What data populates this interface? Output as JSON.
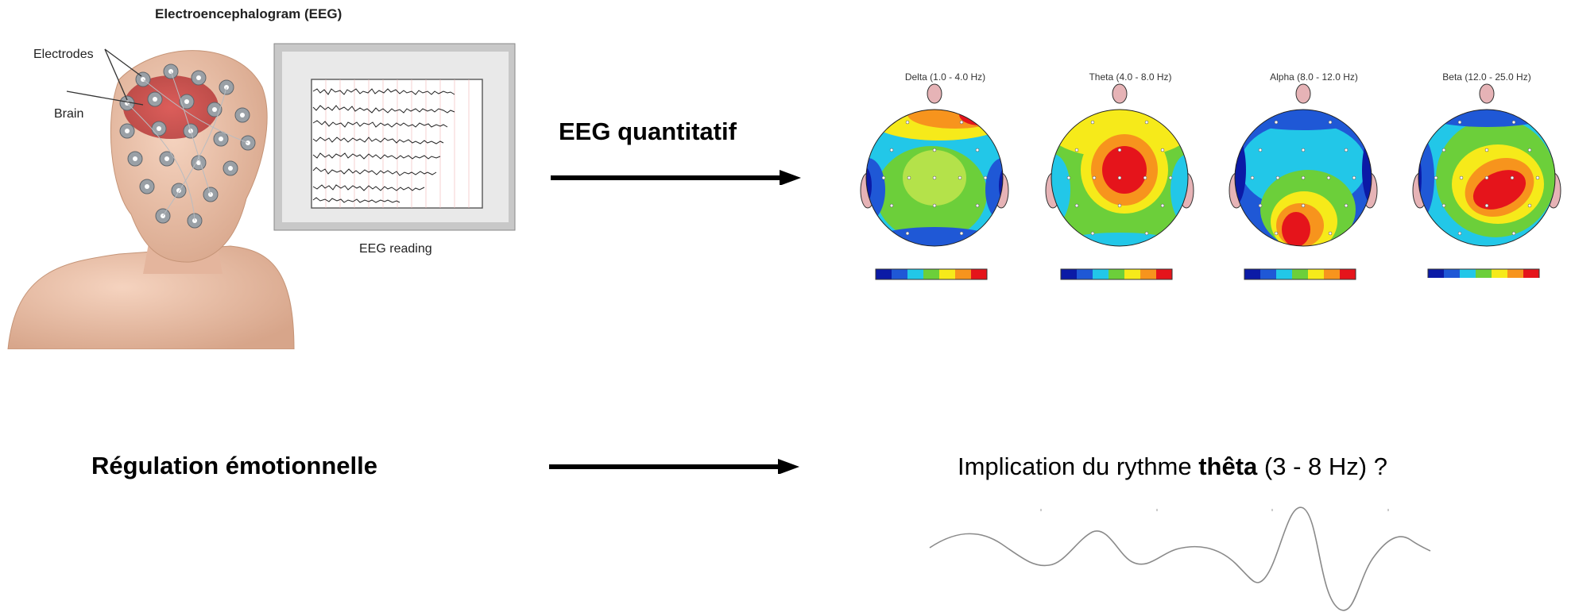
{
  "eeg_figure": {
    "title": "Electroencephalogram (EEG)",
    "electrodes_label": "Electrodes",
    "brain_label": "Brain",
    "reading_label": "EEG reading"
  },
  "flow": {
    "qeeg_label": "EEG quantitatif",
    "emotion_label": "Régulation émotionnelle"
  },
  "topomaps": [
    {
      "title": "Delta (1.0 - 4.0 Hz)"
    },
    {
      "title": "Theta (4.0 - 8.0 Hz)"
    },
    {
      "title": "Alpha (8.0 - 12.0 Hz)"
    },
    {
      "title": "Beta (12.0 - 25.0 Hz)"
    }
  ],
  "implication": {
    "prefix": "Implication du rythme ",
    "bold": "thêta",
    "suffix": " (3 - 8 Hz) ?"
  },
  "colors": {
    "red": "#e5141b",
    "orange": "#f7941d",
    "yellow": "#f6ea1a",
    "green": "#6ccf3a",
    "cyan": "#22c7e8",
    "blue": "#1f58d6",
    "navy": "#0b1aa6"
  }
}
